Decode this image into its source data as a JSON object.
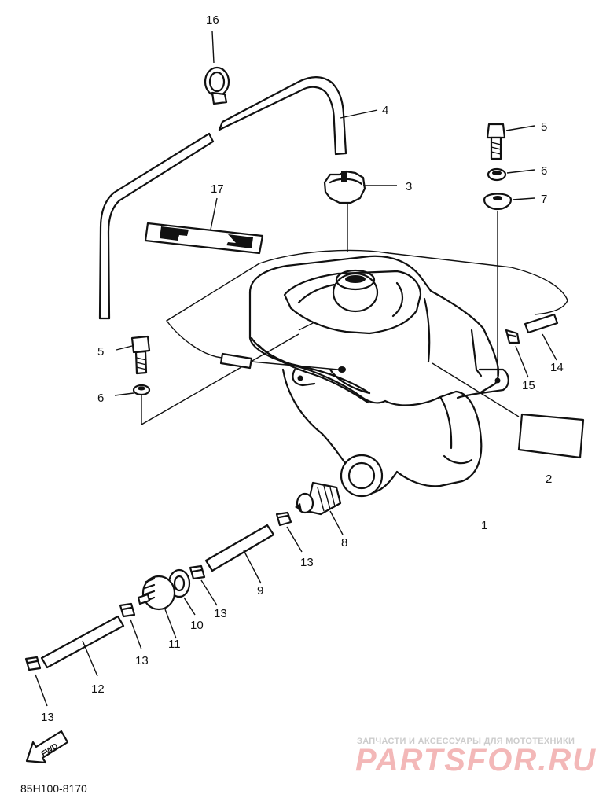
{
  "diagram": {
    "part_numbers": {
      "n1": "1",
      "n2": "2",
      "n3": "3",
      "n4": "4",
      "n5a": "5",
      "n5b": "5",
      "n6a": "6",
      "n6b": "6",
      "n7": "7",
      "n8": "8",
      "n9": "9",
      "n10": "10",
      "n11": "11",
      "n12": "12",
      "n13a": "13",
      "n13b": "13",
      "n13c": "13",
      "n13d": "13",
      "n14": "14",
      "n15": "15",
      "n16": "16",
      "n17": "17"
    },
    "diagram_code": "85H100-8170",
    "fwd_label": "FWD"
  },
  "watermark": {
    "tagline": "ЗАПЧАСТИ И АКСЕССУАРЫ ДЛЯ МОТОТЕХНИКИ",
    "brand": "PARTSFOR.RU"
  }
}
